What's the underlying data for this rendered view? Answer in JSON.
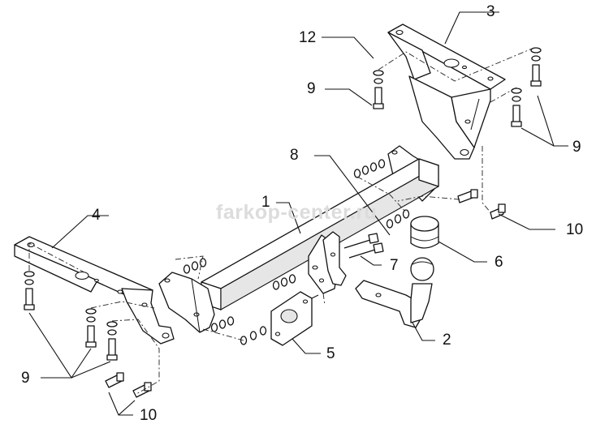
{
  "watermark": "farkop-center.ru",
  "callouts": {
    "towbar_crossbar": "1",
    "tow_ball_neck": "2",
    "right_bracket": "3",
    "left_bracket": "4",
    "socket_plate": "5",
    "ball_cap": "6",
    "long_bolts": "7",
    "nut_washer_set": "8",
    "bolts_right": "9",
    "bolts_right_upper": "9",
    "bolts_left": "9",
    "bolts_10_right": "10",
    "bolts_10_left": "10",
    "nut_washer_12": "12"
  }
}
